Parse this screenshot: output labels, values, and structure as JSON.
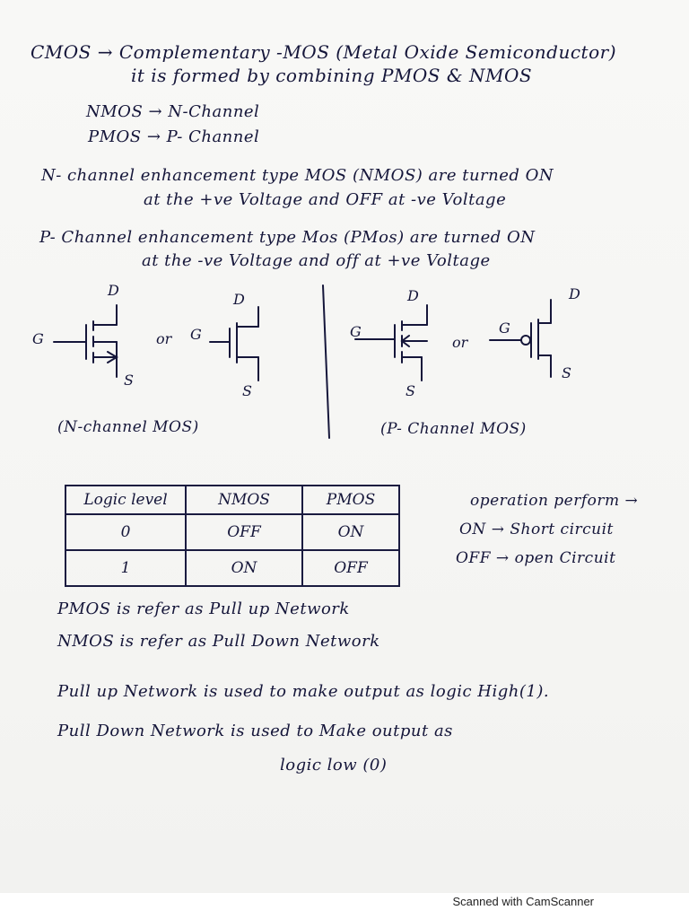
{
  "intro": {
    "line1": "CMOS → Complementary -MOS (Metal Oxide Semiconductor)",
    "line2": "it is formed by combining PMOS & NMOS",
    "nmos_def": "NMOS → N-Channel",
    "pmos_def": "PMOS → P- Channel"
  },
  "nchannel": {
    "line1": "N- channel enhancement type MOS (NMOS) are turned ON",
    "line2": "at the +ve Voltage and OFF at -ve Voltage"
  },
  "pchannel": {
    "line1": "P- Channel enhancement type Mos (PMos) are turned ON",
    "line2": "at the -ve Voltage and off at +ve Voltage"
  },
  "symbols": {
    "d": "D",
    "g": "G",
    "s": "S",
    "or": "or",
    "n_caption": "(N-channel MOS)",
    "p_caption": "(P- Channel MOS)"
  },
  "truth_table": {
    "headers": [
      "Logic level",
      "NMOS",
      "PMOS"
    ],
    "rows": [
      [
        "0",
        "OFF",
        "ON"
      ],
      [
        "1",
        "ON",
        "OFF"
      ]
    ]
  },
  "operation": {
    "line1": "operation perform →",
    "line2": "ON → Short circuit",
    "line3": "OFF → open Circuit"
  },
  "networks": {
    "pmos_line": "PMOS is refer as Pull up Network",
    "nmos_line": "NMOS is refer as Pull Down Network",
    "pullup_line": "Pull up Network is used to make output as logic High(1).",
    "pulldown_line1": "Pull Down Network is used to Make output as",
    "pulldown_line2": "logic low (0)"
  },
  "footer": {
    "scanner_text": "Scanned with CamScanner"
  },
  "colors": {
    "ink": "#15163a",
    "paper": "#f6f6f4"
  }
}
